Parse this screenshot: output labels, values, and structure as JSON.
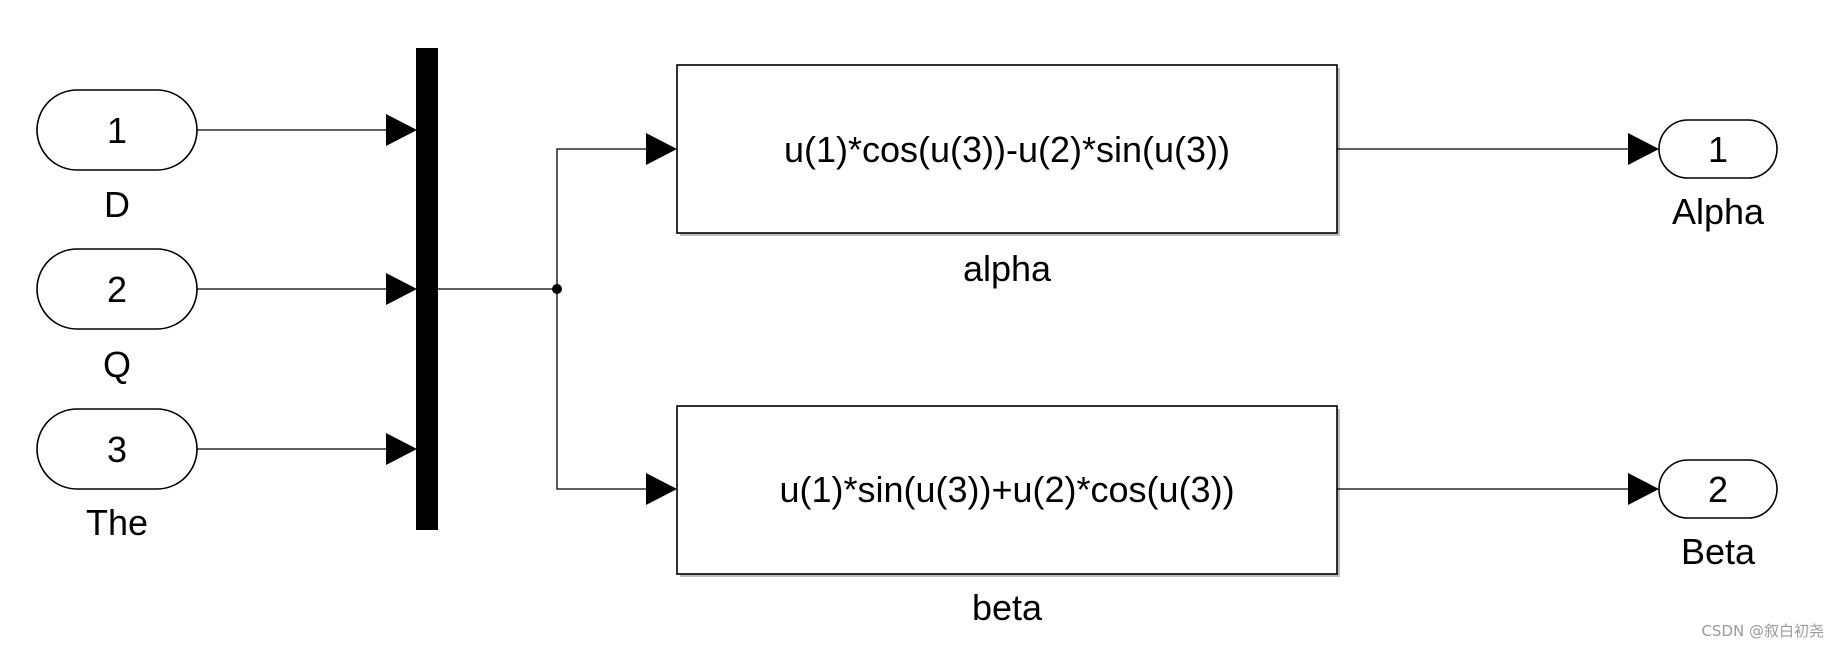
{
  "inports": [
    {
      "number": "1",
      "name": "D"
    },
    {
      "number": "2",
      "name": "Q"
    },
    {
      "number": "3",
      "name": "The"
    }
  ],
  "fcn_blocks": [
    {
      "expression": "u(1)*cos(u(3))-u(2)*sin(u(3))",
      "name": "alpha"
    },
    {
      "expression": "u(1)*sin(u(3))+u(2)*cos(u(3))",
      "name": "beta"
    }
  ],
  "outports": [
    {
      "number": "1",
      "name": "Alpha"
    },
    {
      "number": "2",
      "name": "Beta"
    }
  ],
  "watermark": "CSDN @叙白初尧"
}
